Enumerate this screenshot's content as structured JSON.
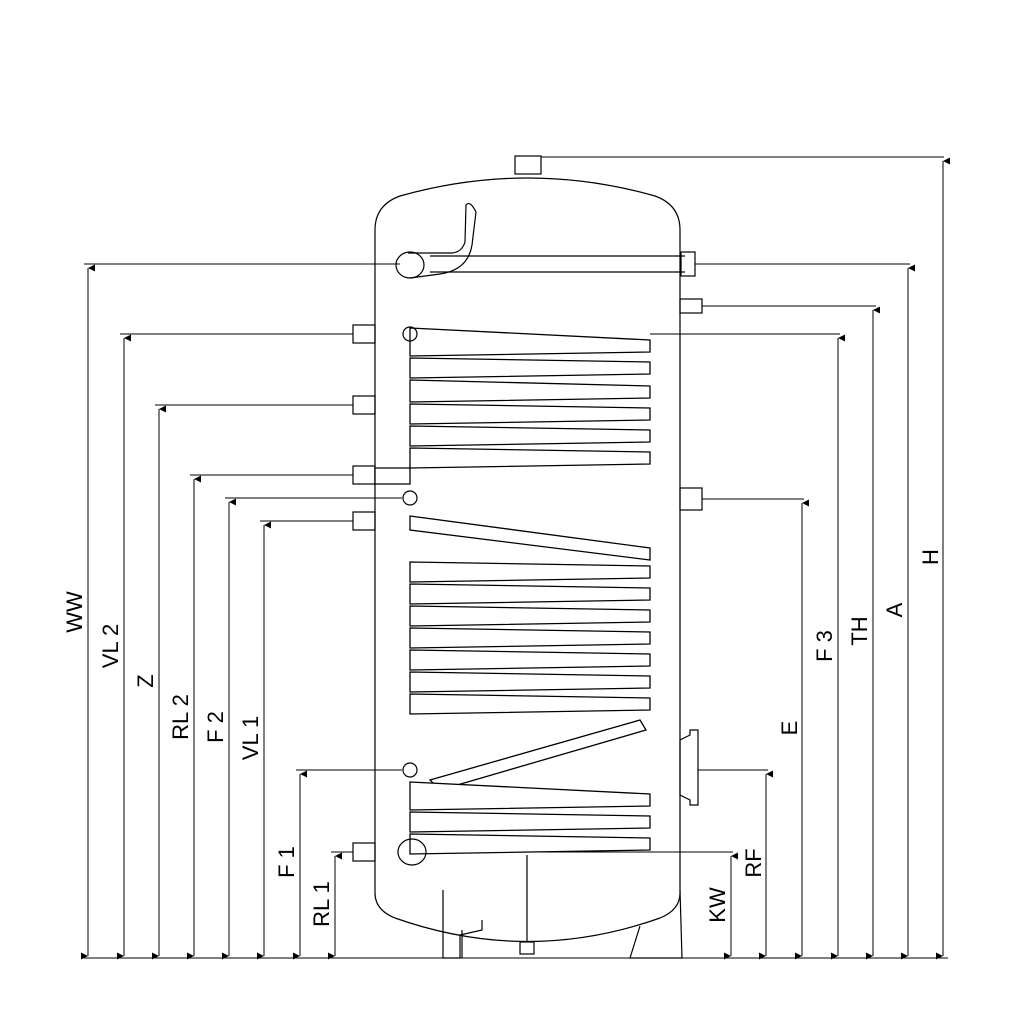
{
  "dimension_labels": {
    "ww": "WW",
    "vl2": "VL 2",
    "z": "Z",
    "rl2": "RL 2",
    "f2": "F 2",
    "vl1": "VL 1",
    "f1": "F 1",
    "rl1": "RL 1",
    "kw": "KW",
    "rf": "RF",
    "e": "E",
    "f3": "F 3",
    "th": "TH",
    "a": "A",
    "h": "H"
  }
}
